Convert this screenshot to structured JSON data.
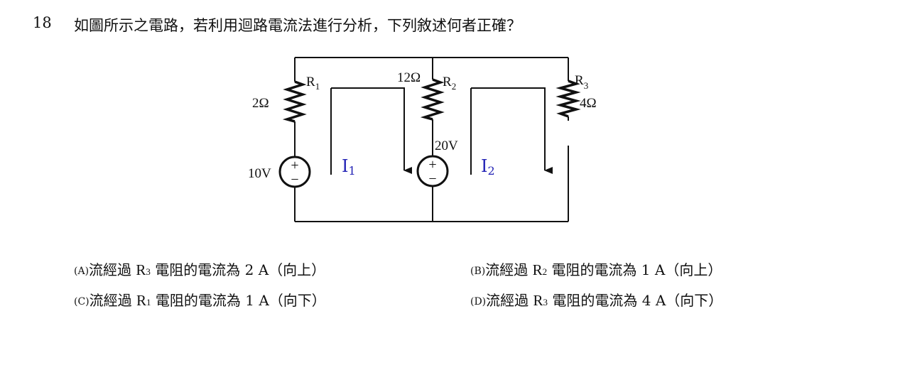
{
  "question": {
    "number": "18",
    "text": "如圖所示之電路，若利用迴路電流法進行分析，下列敘述何者正確？"
  },
  "circuit": {
    "r1_name": "R",
    "r1_sub": "1",
    "r1_value": "2Ω",
    "r2_name": "R",
    "r2_sub": "2",
    "r2_value": "12Ω",
    "r3_name": "R",
    "r3_sub": "3",
    "r3_value": "4Ω",
    "v1_value": "10V",
    "v2_value": "20V",
    "i1_name": "I",
    "i1_sub": "1",
    "i2_name": "I",
    "i2_sub": "2",
    "plus": "+",
    "minus": "−",
    "current_color": "#2323b5"
  },
  "options": [
    {
      "mark": "(A)",
      "pre": "流經過",
      "r": "R",
      "rsub": "3",
      "post": "電阻的電流為 2 A（向上）"
    },
    {
      "mark": "(B)",
      "pre": "流經過",
      "r": "R",
      "rsub": "2",
      "post": "電阻的電流為 1 A（向上）"
    },
    {
      "mark": "(C)",
      "pre": "流經過",
      "r": "R",
      "rsub": "1",
      "post": "電阻的電流為 1 A（向下）"
    },
    {
      "mark": "(D)",
      "pre": "流經過",
      "r": "R",
      "rsub": "3",
      "post": "電阻的電流為 4 A（向下）"
    }
  ]
}
